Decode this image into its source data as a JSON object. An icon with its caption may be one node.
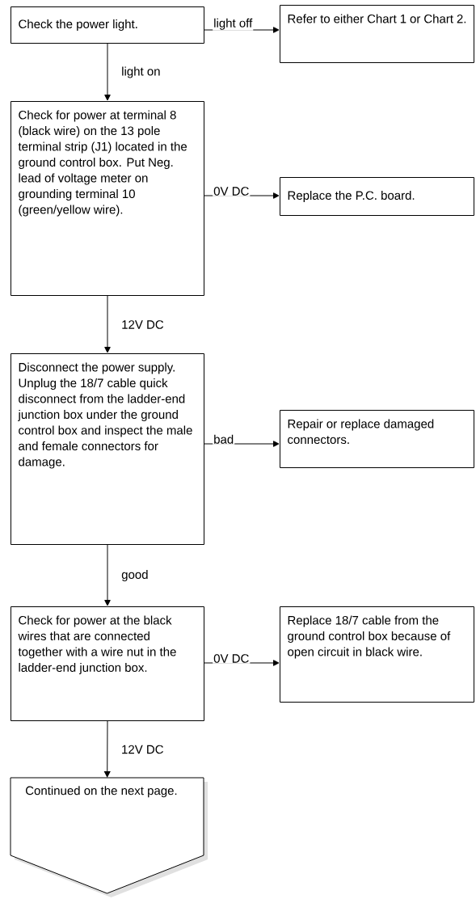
{
  "diagram": {
    "nodes": [
      {
        "text": [
          "Check the power light."
        ]
      },
      {
        "text": [
          "Refer to either Chart 1 or Chart 2."
        ]
      },
      {
        "text": [
          "Check for power at terminal 8 (black wire) on the 13 pole terminal strip (J1) located in the ground control box. Put  Neg. lead of voltage meter on grounding terminal 10 (green/yellow wire)."
        ]
      },
      {
        "text": [
          "Replace the P.C. board."
        ]
      },
      {
        "text": [
          "Disconnect the power supply. Unplug the 18/7 cable quick disconnect from the ladder-end junction box under the ground control box and inspect the male and female connectors for damage."
        ]
      },
      {
        "text": [
          "Repair or replace damaged connectors."
        ]
      },
      {
        "text": [
          "Check for power at the black wires that are connected together with a wire nut in the ladder-end junction box."
        ]
      },
      {
        "text": [
          "Replace 18/7 cable from the ground control box because of open circuit in black wire."
        ]
      },
      {
        "text": [
          "Continued on the next page."
        ]
      }
    ],
    "edges": [
      {
        "from": 0,
        "to": 1,
        "arrow": "to",
        "label": "light off"
      },
      {
        "from": 0,
        "to": 2,
        "arrow": "to",
        "label": "light on"
      },
      {
        "from": 2,
        "to": 3,
        "arrow": "to",
        "label": "0V DC"
      },
      {
        "from": 2,
        "to": 4,
        "arrow": "to",
        "label": "12V DC"
      },
      {
        "from": 4,
        "to": 5,
        "arrow": "to",
        "label": "bad"
      },
      {
        "from": 4,
        "to": 6,
        "arrow": "to",
        "label": "good"
      },
      {
        "from": 6,
        "to": 7,
        "arrow": "to",
        "label": "0V DC"
      },
      {
        "from": 6,
        "to": 8,
        "arrow": "to",
        "label": "12V DC"
      }
    ]
  }
}
